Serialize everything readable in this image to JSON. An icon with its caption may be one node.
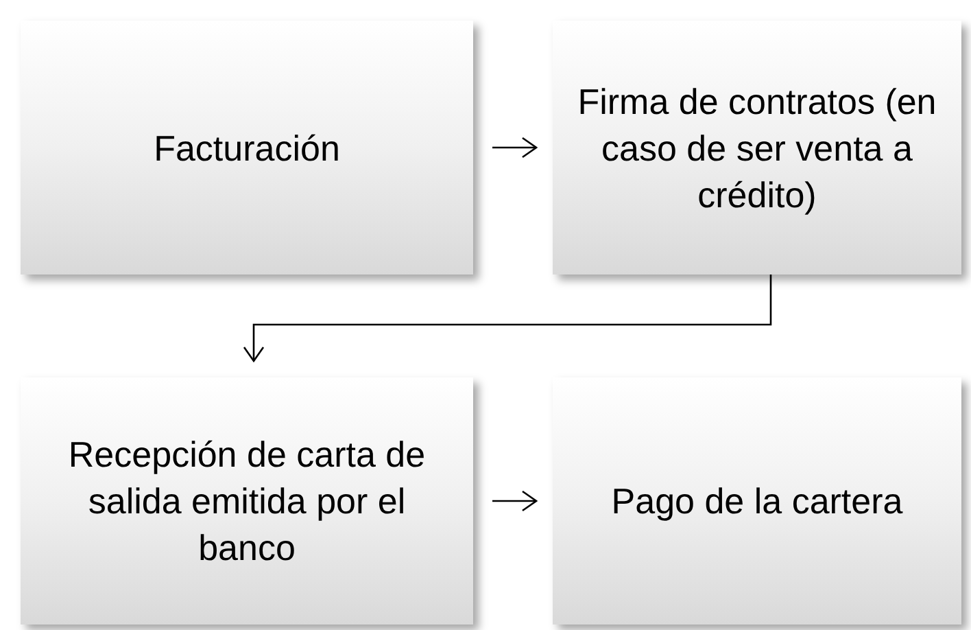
{
  "diagram": {
    "nodes": [
      {
        "text": [
          "Facturación"
        ]
      },
      {
        "text": [
          "Firma de contratos (en caso de ser venta a crédito)"
        ]
      },
      {
        "text": [
          "Recepción de carta de salida emitida por el banco"
        ]
      },
      {
        "text": [
          "Pago de la cartera"
        ]
      }
    ],
    "edges": [
      {
        "from": 0,
        "to": 1,
        "arrow": "to"
      },
      {
        "from": 1,
        "to": 2,
        "arrow": "to"
      },
      {
        "from": 2,
        "to": 3,
        "arrow": "to"
      }
    ]
  }
}
